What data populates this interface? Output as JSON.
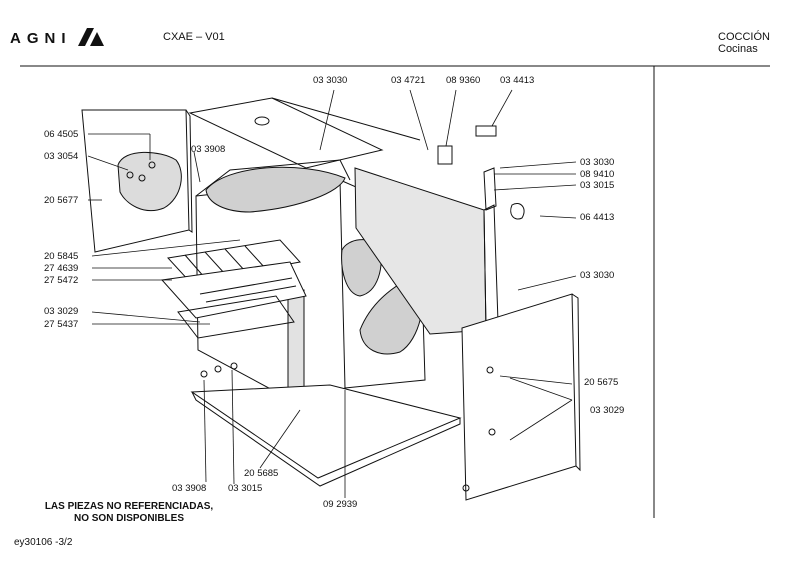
{
  "header": {
    "brand": "AGNI",
    "model": "CXAE – V01",
    "category": "COCCIÓN",
    "subcategory": "Cocinas"
  },
  "callouts": [
    {
      "id": "c1",
      "text": "06 4505"
    },
    {
      "id": "c2",
      "text": "03 3054"
    },
    {
      "id": "c3",
      "text": "20 5677"
    },
    {
      "id": "c4",
      "text": "03 3908"
    },
    {
      "id": "c5",
      "text": "03 3030"
    },
    {
      "id": "c6",
      "text": "03 4721"
    },
    {
      "id": "c7",
      "text": "08 9360"
    },
    {
      "id": "c8",
      "text": "03 4413"
    },
    {
      "id": "c9",
      "text": "03 3030"
    },
    {
      "id": "c10",
      "text": "08 9410"
    },
    {
      "id": "c11",
      "text": "03 3015"
    },
    {
      "id": "c12",
      "text": "06 4413"
    },
    {
      "id": "c13",
      "text": "20 5845"
    },
    {
      "id": "c14",
      "text": "27 4639"
    },
    {
      "id": "c15",
      "text": "27 5472"
    },
    {
      "id": "c16",
      "text": "03 3030"
    },
    {
      "id": "c17",
      "text": "03 3029"
    },
    {
      "id": "c18",
      "text": "27 5437"
    },
    {
      "id": "c19",
      "text": "20 5675"
    },
    {
      "id": "c20",
      "text": "03 3029"
    },
    {
      "id": "c21",
      "text": "03 3908"
    },
    {
      "id": "c22",
      "text": "03 3015"
    },
    {
      "id": "c23",
      "text": "20 5685"
    },
    {
      "id": "c24",
      "text": "09 2939"
    }
  ],
  "note": "LAS PIEZAS NO REFERENCIADAS, NO SON DISPONIBLES",
  "doc_ref": "ey30106 -3/2",
  "colors": {
    "ink": "#111111",
    "paper": "#ffffff",
    "shade": "#cfcfcf"
  }
}
